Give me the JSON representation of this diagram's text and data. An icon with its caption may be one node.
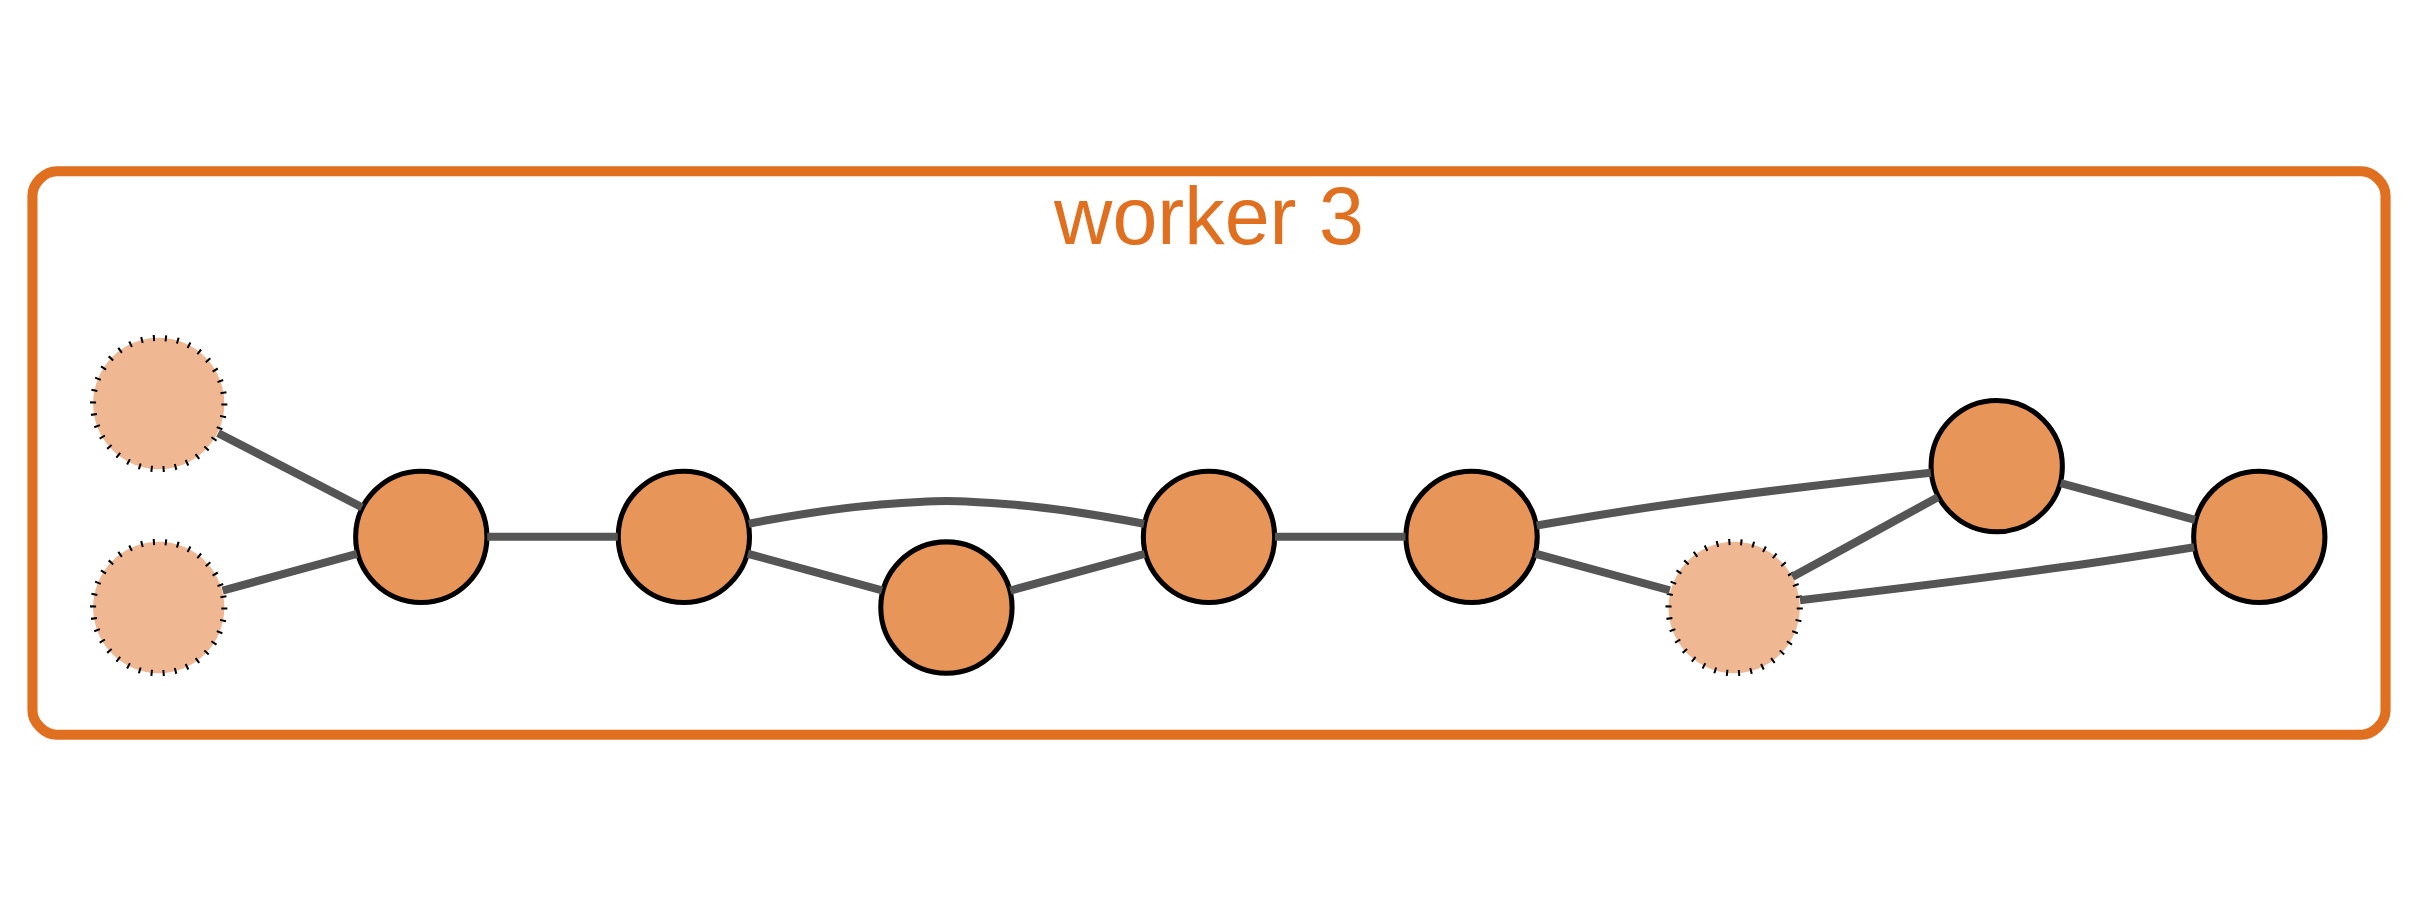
{
  "diagram": {
    "nodes": [
      {
        "text": [
          "worker 3"
        ]
      },
      {
        "text": [],
        "shape": "circle",
        "in": 0
      },
      {
        "text": [],
        "shape": "circle",
        "in": 0
      },
      {
        "text": [],
        "shape": "circle",
        "in": 0
      },
      {
        "text": [],
        "shape": "circle",
        "in": 0
      },
      {
        "text": [],
        "shape": "circle",
        "in": 0
      },
      {
        "text": [],
        "shape": "circle",
        "in": 0
      },
      {
        "text": [],
        "shape": "circle",
        "in": 0
      },
      {
        "text": [],
        "shape": "circle",
        "in": 0
      },
      {
        "text": [],
        "shape": "circle",
        "in": 0
      },
      {
        "text": [],
        "shape": "circle",
        "in": 0
      }
    ],
    "edges": [
      {
        "from": 1,
        "to": 3,
        "arrow": "none"
      },
      {
        "from": 2,
        "to": 3,
        "arrow": "none"
      },
      {
        "from": 3,
        "to": 4,
        "arrow": "none"
      },
      {
        "from": 4,
        "to": 5,
        "arrow": "none"
      },
      {
        "from": 4,
        "to": 6,
        "arrow": "none"
      },
      {
        "from": 5,
        "to": 6,
        "arrow": "none"
      },
      {
        "from": 6,
        "to": 7,
        "arrow": "none"
      },
      {
        "from": 7,
        "to": 8,
        "arrow": "none"
      },
      {
        "from": 8,
        "to": 9,
        "arrow": "none"
      },
      {
        "from": 8,
        "to": 10,
        "arrow": "none"
      },
      {
        "from": 7,
        "to": 9,
        "arrow": "none"
      },
      {
        "from": 9,
        "to": 10,
        "arrow": "none"
      }
    ]
  }
}
